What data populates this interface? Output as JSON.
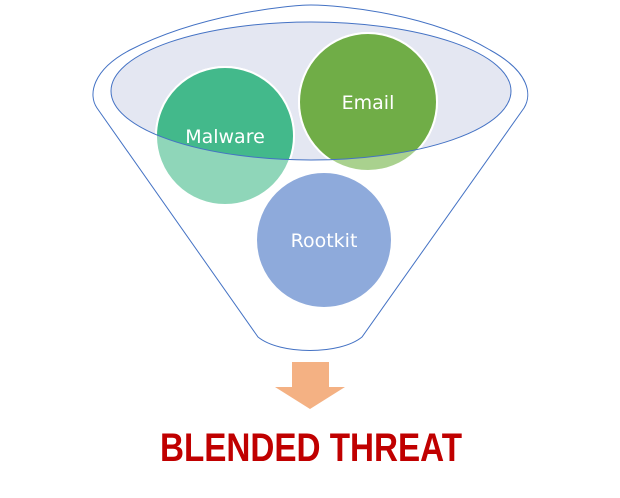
{
  "diagram": {
    "items": [
      {
        "label": "Malware",
        "color": "#43b98b",
        "light": "#8fd6b9"
      },
      {
        "label": "Email",
        "color": "#70ad47",
        "light": "#a9d18e"
      },
      {
        "label": "Rootkit",
        "color": "#8eaadb",
        "light": "#8eaadb"
      }
    ],
    "result": "BLENDED THREAT",
    "result_color": "#c00000",
    "funnel_color": "#4472c4",
    "funnel_fill": "#e4e7f2",
    "arrow_color": "#f4b183"
  }
}
